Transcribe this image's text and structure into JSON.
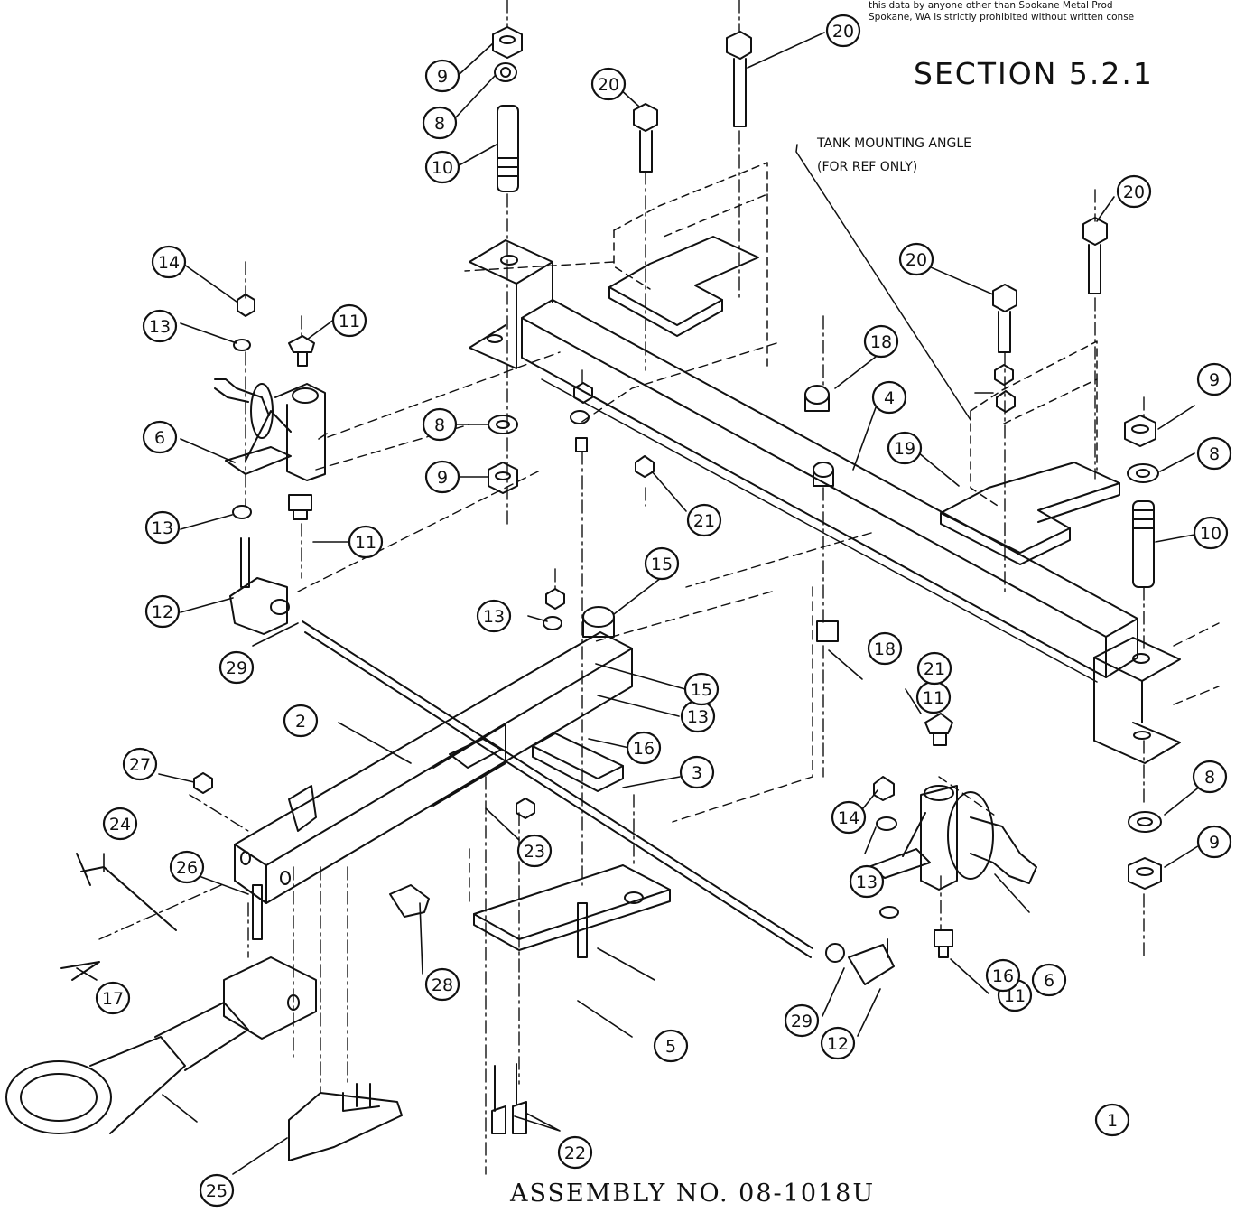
{
  "header": {
    "notice_lines": [
      "this data by anyone other than Spokane Metal Prod",
      "Spokane, WA is strictly prohibited without written conse"
    ],
    "section": "SECTION 5.2.1"
  },
  "annotations": {
    "tank_mounting_angle": "TANK MOUNTING ANGLE",
    "ref_only": "(FOR REF ONLY)"
  },
  "footer": {
    "assembly_number": "ASSEMBLY NO. 08-1018U"
  },
  "callouts": [
    "1",
    "2",
    "3",
    "4",
    "5",
    "6",
    "6",
    "8",
    "8",
    "8",
    "8",
    "9",
    "9",
    "9",
    "9",
    "10",
    "10",
    "11",
    "11",
    "11",
    "11",
    "12",
    "12",
    "13",
    "13",
    "13",
    "13",
    "13",
    "14",
    "14",
    "15",
    "15",
    "16",
    "16",
    "17",
    "18",
    "18",
    "19",
    "20",
    "20",
    "20",
    "20",
    "21",
    "21",
    "22",
    "23",
    "24",
    "25",
    "26",
    "27",
    "28",
    "29",
    "29"
  ]
}
